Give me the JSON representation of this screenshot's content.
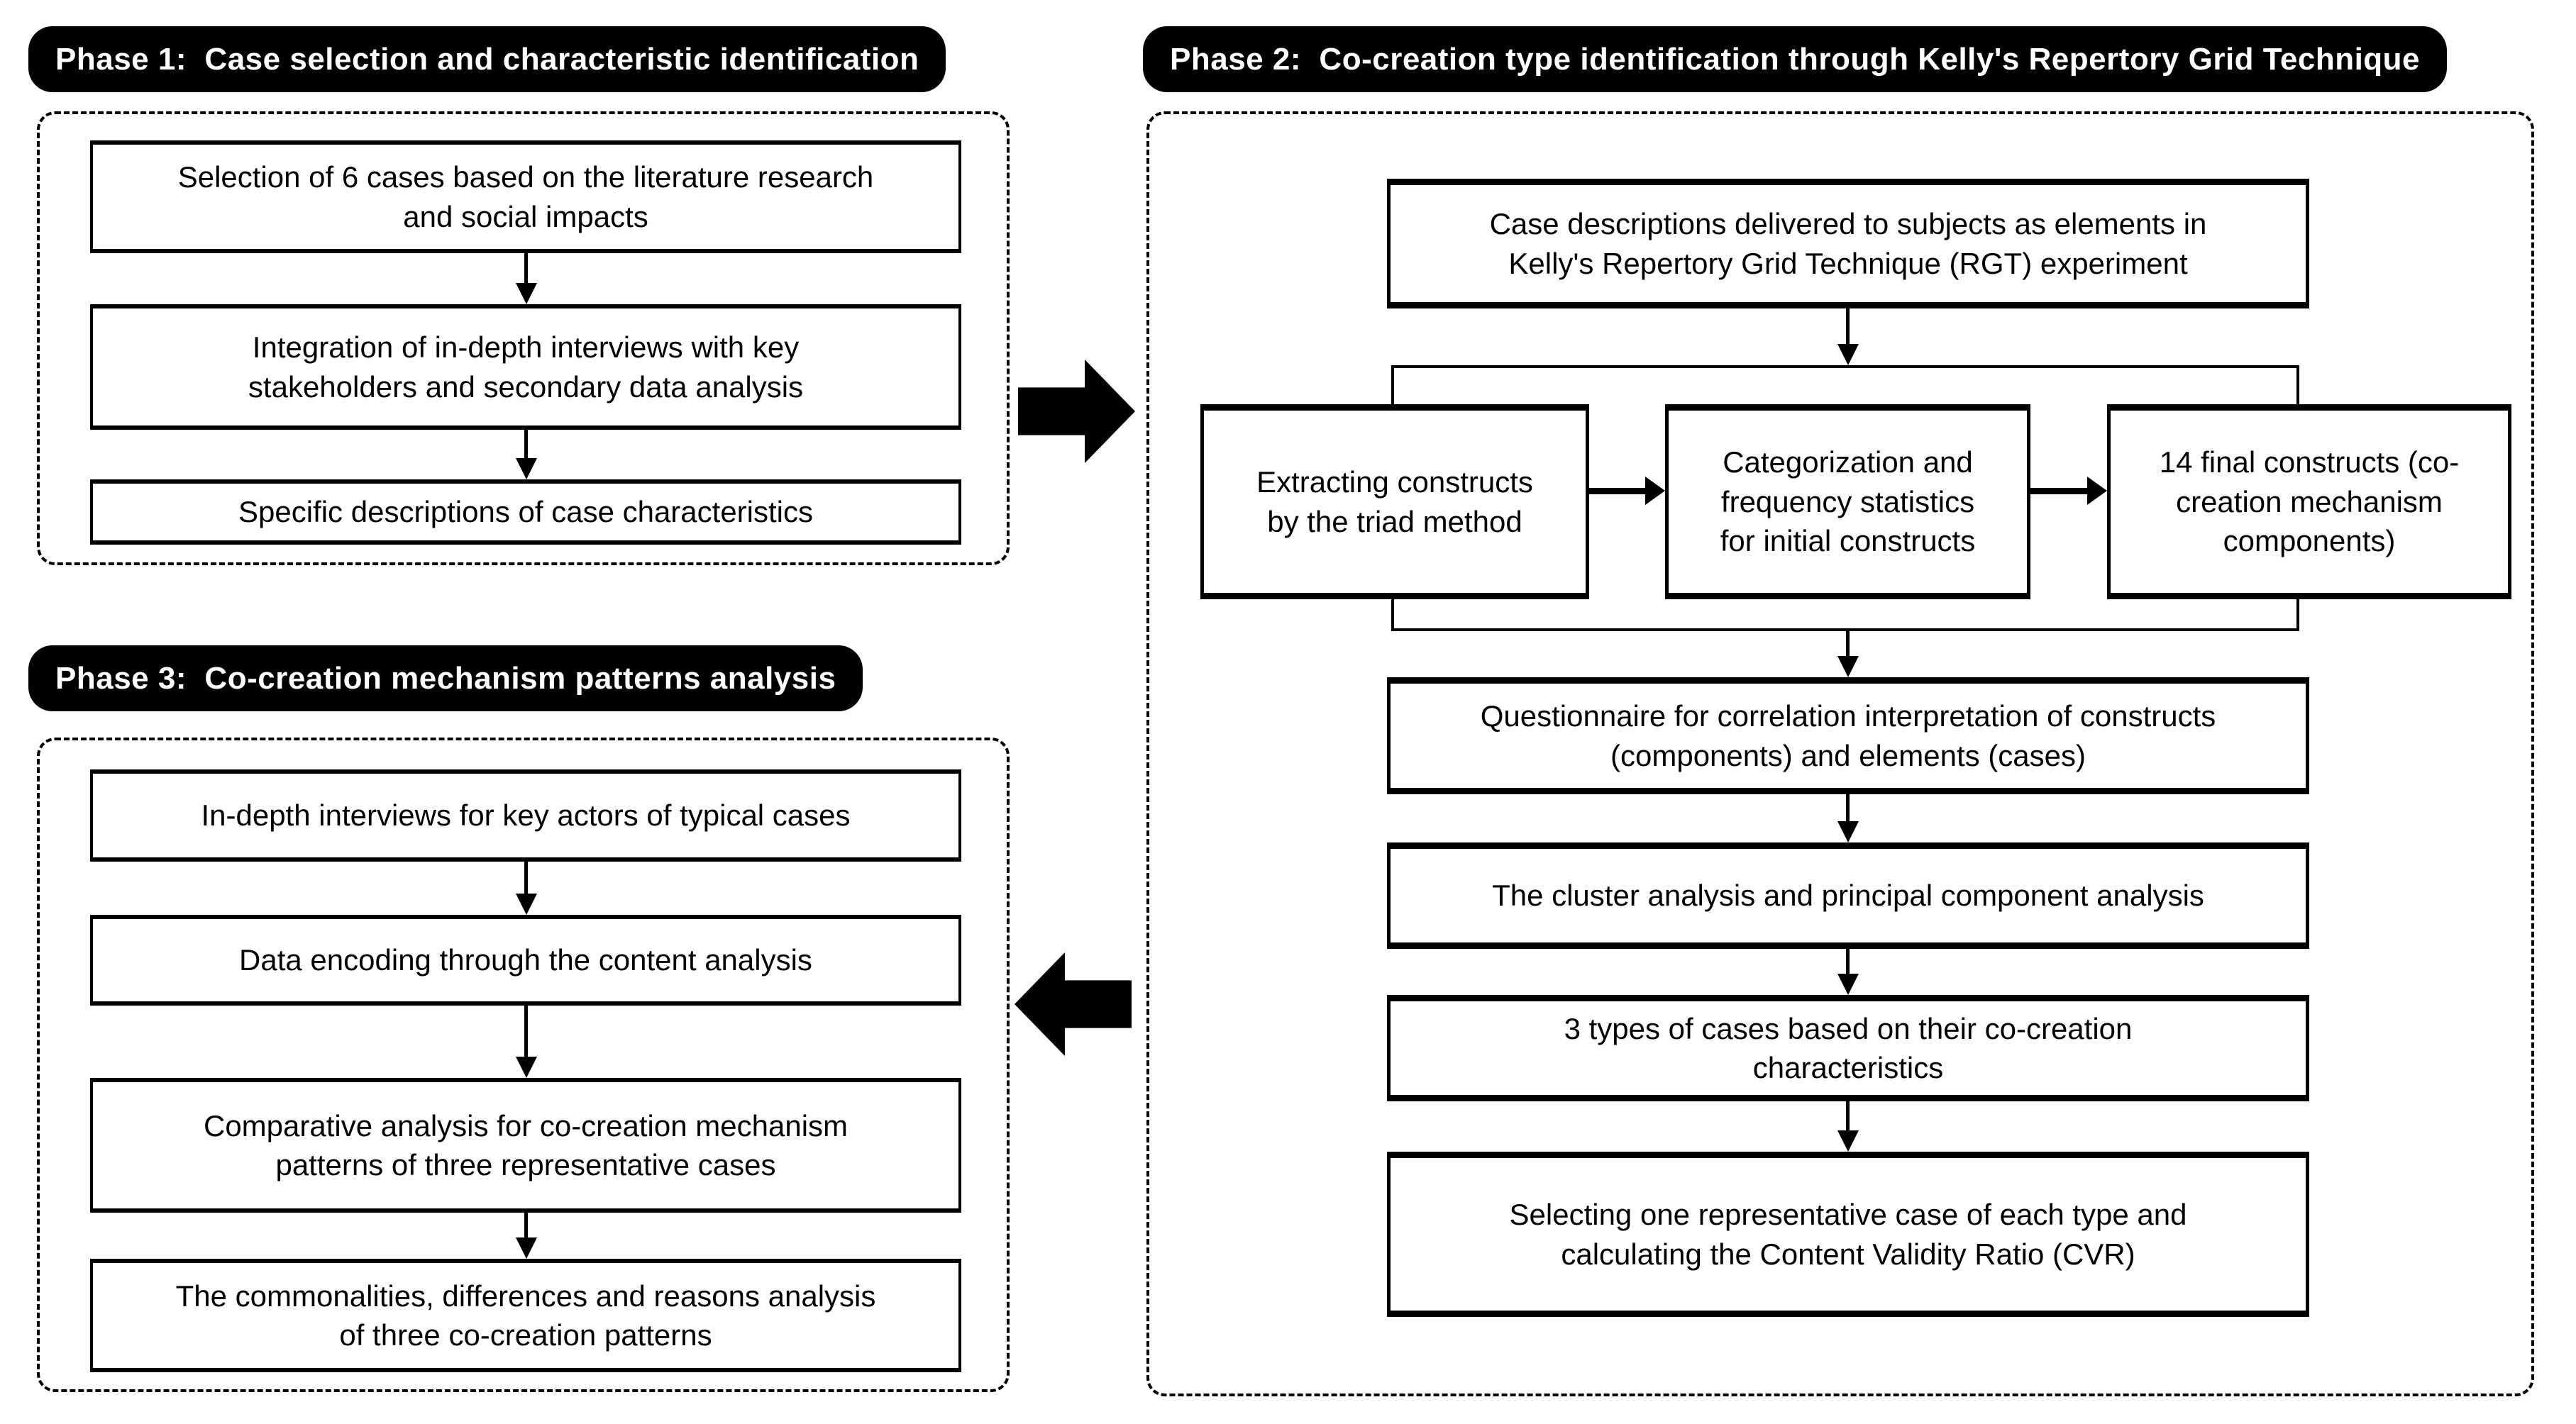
{
  "canvas": {
    "background": "#ffffff",
    "line_color": "#000000",
    "pill_background": "#000000",
    "pill_text_color": "#ffffff"
  },
  "phase1": {
    "title": "Phase 1:  Case selection and characteristic identification",
    "boxes": [
      "Selection of 6 cases based on the literature research\nand social impacts",
      "Integration of in-depth interviews with key\nstakeholders and secondary data analysis",
      "Specific descriptions of case characteristics"
    ]
  },
  "phase2": {
    "title": "Phase 2:  Co-creation type identification through Kelly's Repertory Grid Technique",
    "top_box": "Case descriptions delivered to subjects as elements in\nKelly's Repertory Grid Technique (RGT) experiment",
    "row_boxes": [
      "Extracting constructs\nby the triad method",
      "Categorization and\nfrequency statistics\nfor initial constructs",
      "14 final constructs (co-\ncreation mechanism\ncomponents)"
    ],
    "column_boxes": [
      "Questionnaire for correlation interpretation of constructs\n(components) and elements (cases)",
      "The cluster analysis and principal component analysis",
      "3 types of cases based on their co-creation\ncharacteristics",
      "Selecting one representative case of each type and\ncalculating the Content Validity Ratio (CVR)"
    ]
  },
  "phase3": {
    "title": "Phase 3:  Co-creation mechanism patterns analysis",
    "boxes": [
      "In-depth interviews for key actors of typical cases",
      "Data encoding through the content analysis",
      "Comparative analysis for co-creation mechanism\npatterns of three representative cases",
      "The commonalities, differences and reasons analysis\nof three co-creation patterns"
    ]
  }
}
